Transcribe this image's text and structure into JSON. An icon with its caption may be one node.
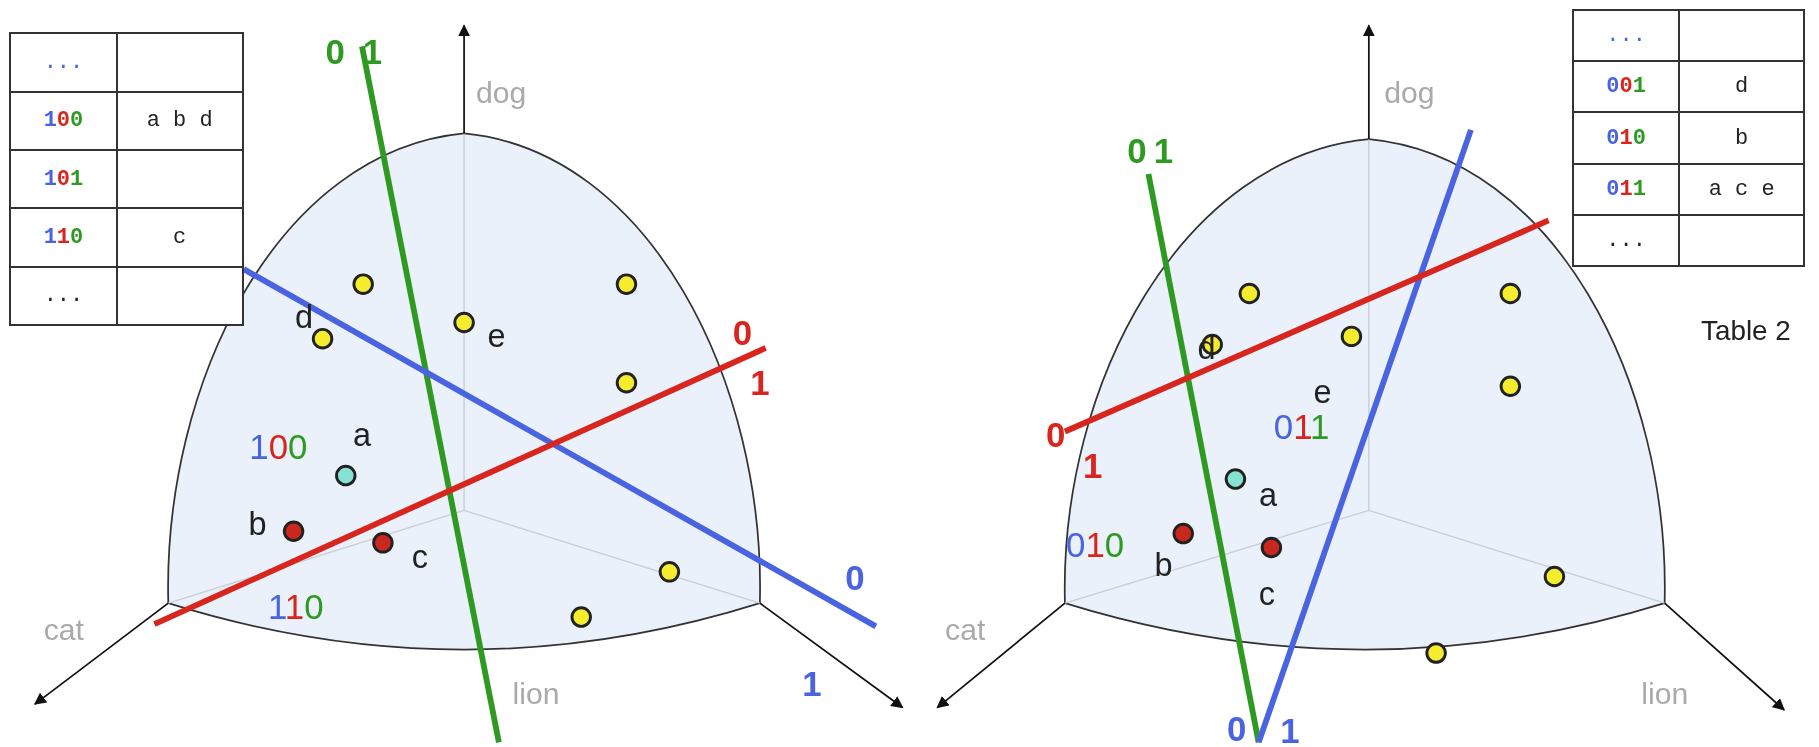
{
  "diagram": {
    "labels": [
      "...",
      "100",
      "a b d",
      "101",
      "110",
      "c",
      "...",
      "0",
      "1",
      "dog",
      "d",
      "e",
      "0",
      "1",
      "100",
      "a",
      "b",
      "c",
      "0",
      "110",
      "1",
      "cat",
      "lion",
      "dog",
      "0",
      "1",
      "d",
      "e",
      "0",
      "011",
      "1",
      "a",
      "010",
      "b",
      "c",
      "cat",
      "lion",
      "0",
      "1",
      "...",
      "001",
      "d",
      "010",
      "b",
      "011",
      "a c e",
      "...",
      "Table 2"
    ]
  }
}
